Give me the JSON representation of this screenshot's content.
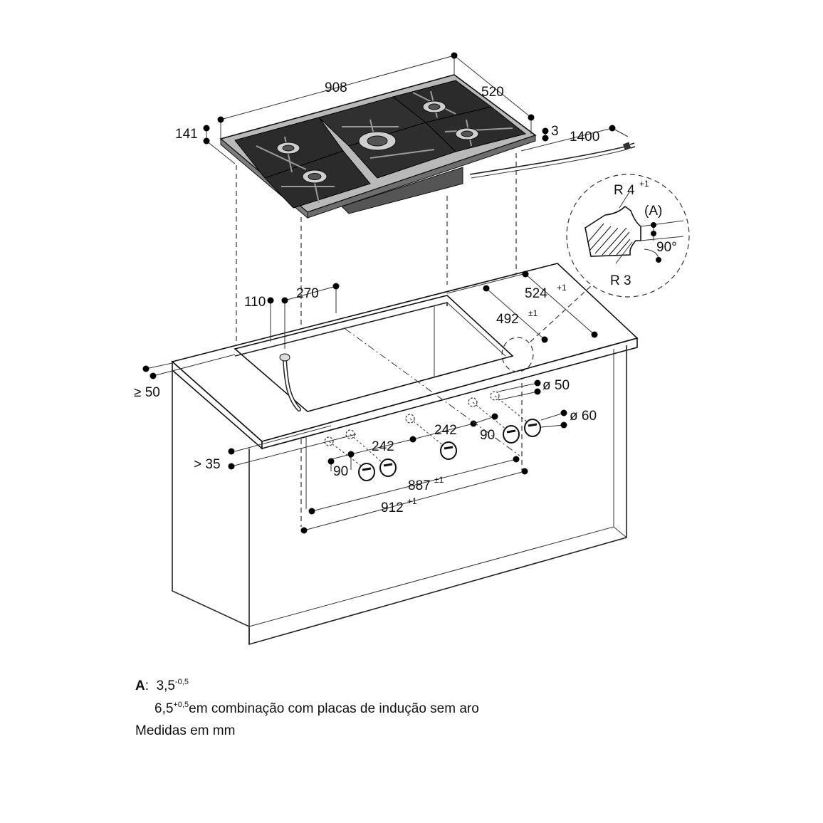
{
  "dimensions": {
    "hob_width": "908",
    "hob_depth": "520",
    "hob_height": "141",
    "frame_height": "3",
    "cable_length": "1400",
    "radius_top": "R 4",
    "radius_top_tol": "+1",
    "detail_label": "(A)",
    "angle": "90°",
    "radius_bottom": "R 3",
    "gas_inlet_offset": "110",
    "gas_inlet_distance": "270",
    "cutout_depth_outer": "524",
    "cutout_depth_outer_tol": "+1",
    "cutout_depth_inner": "492",
    "cutout_depth_inner_tol": "±1",
    "back_clearance": "≥ 50",
    "knob_hole_small": "ø 50",
    "knob_hole_large": "ø 60",
    "front_clearance": "> 35",
    "knob_spacing_1": "242",
    "knob_spacing_2": "242",
    "knob_offset_left": "90",
    "knob_offset_right": "90",
    "cutout_width_inner": "887",
    "cutout_width_inner_tol": "±1",
    "cutout_width_outer": "912",
    "cutout_width_outer_tol": "+1"
  },
  "notes": {
    "label": "A",
    "line1_value": "3,5",
    "line1_tol": "-0,5",
    "line2_value": "6,5",
    "line2_tol": "+0,5",
    "line2_text": "em combinação com placas de indução sem aro"
  },
  "units": "Medidas em mm"
}
